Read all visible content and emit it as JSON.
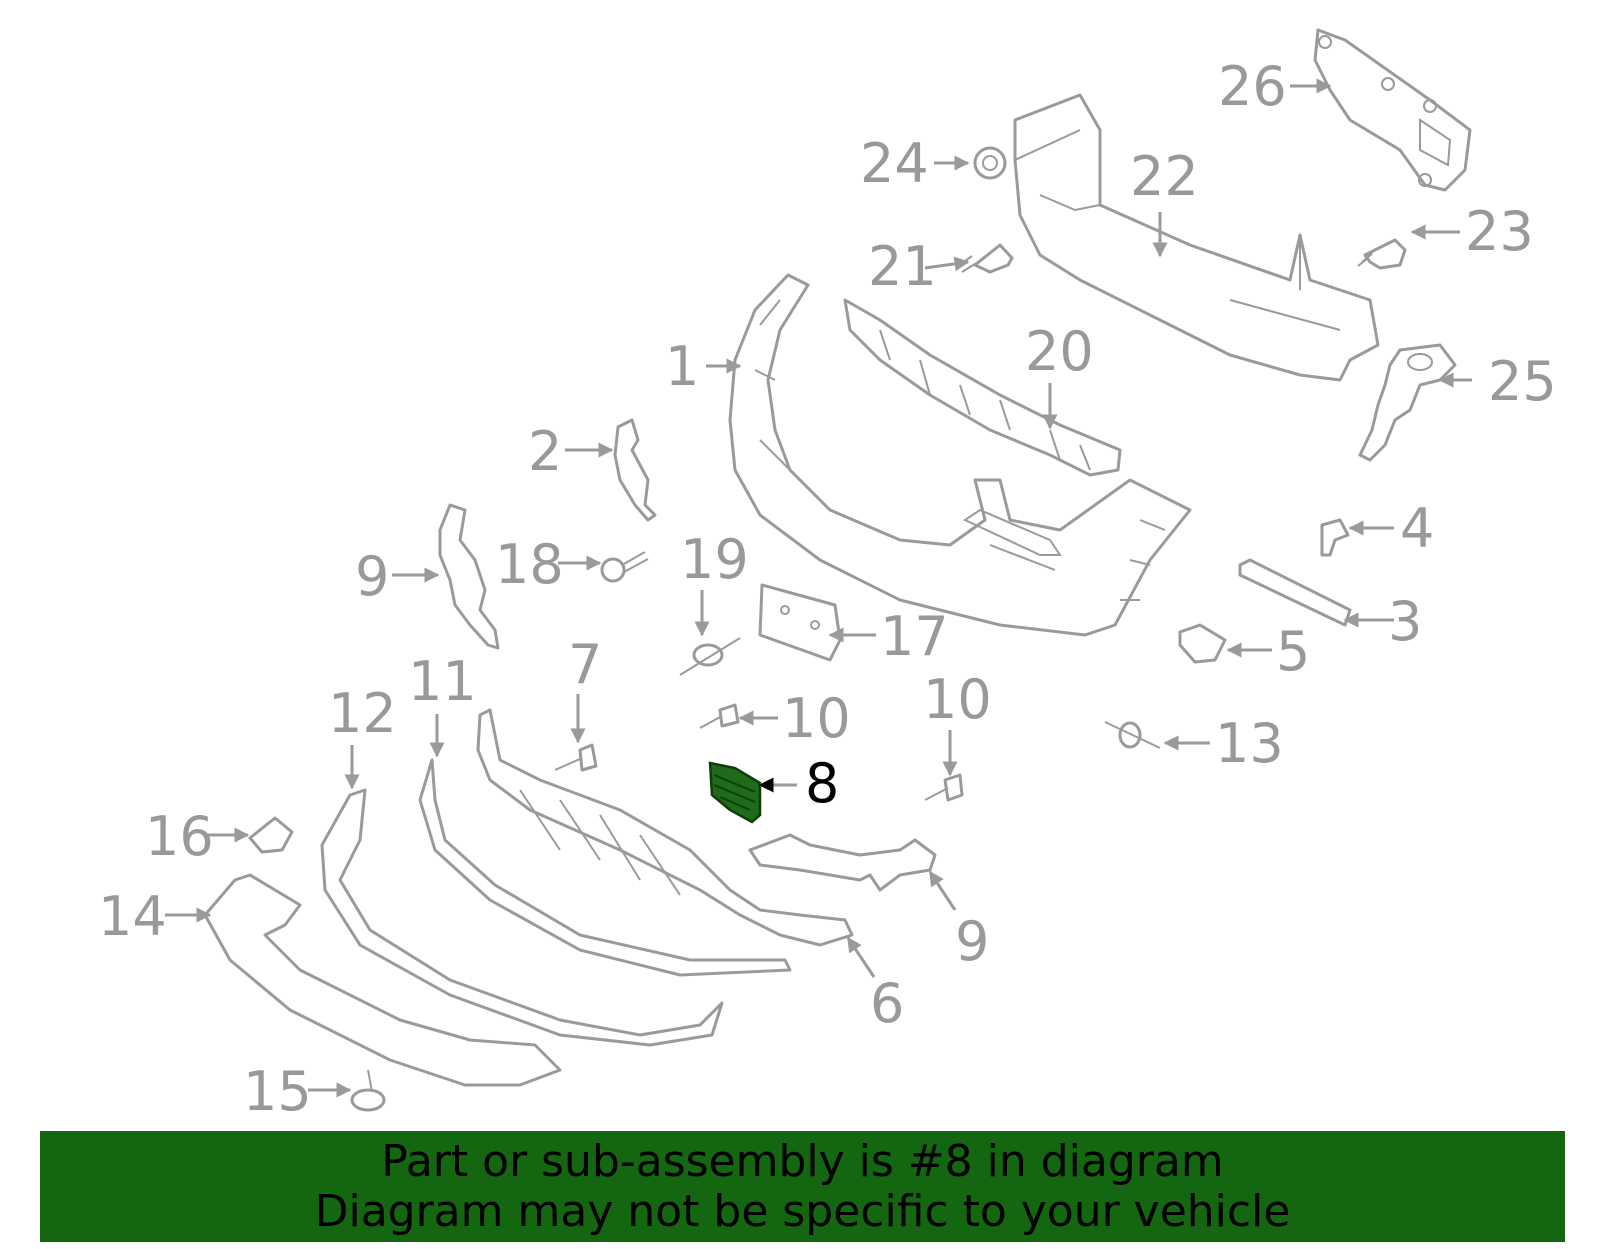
{
  "diagram": {
    "highlight_color": "#146610",
    "callouts": [
      {
        "id": "c1",
        "label": "1"
      },
      {
        "id": "c2",
        "label": "2"
      },
      {
        "id": "c3",
        "label": "3"
      },
      {
        "id": "c4",
        "label": "4"
      },
      {
        "id": "c5",
        "label": "5"
      },
      {
        "id": "c6",
        "label": "6"
      },
      {
        "id": "c7",
        "label": "7"
      },
      {
        "id": "c8",
        "label": "8",
        "highlighted": true
      },
      {
        "id": "c9a",
        "label": "9"
      },
      {
        "id": "c9b",
        "label": "9"
      },
      {
        "id": "c10a",
        "label": "10"
      },
      {
        "id": "c10b",
        "label": "10"
      },
      {
        "id": "c11",
        "label": "11"
      },
      {
        "id": "c12",
        "label": "12"
      },
      {
        "id": "c13",
        "label": "13"
      },
      {
        "id": "c14",
        "label": "14"
      },
      {
        "id": "c15",
        "label": "15"
      },
      {
        "id": "c16",
        "label": "16"
      },
      {
        "id": "c17",
        "label": "17"
      },
      {
        "id": "c18",
        "label": "18"
      },
      {
        "id": "c19",
        "label": "19"
      },
      {
        "id": "c20",
        "label": "20"
      },
      {
        "id": "c21",
        "label": "21"
      },
      {
        "id": "c22",
        "label": "22"
      },
      {
        "id": "c23",
        "label": "23"
      },
      {
        "id": "c24",
        "label": "24"
      },
      {
        "id": "c25",
        "label": "25"
      },
      {
        "id": "c26",
        "label": "26"
      }
    ]
  },
  "banner": {
    "line1": "Part or sub-assembly is #8 in diagram",
    "line2": "Diagram may not be specific to your vehicle"
  }
}
